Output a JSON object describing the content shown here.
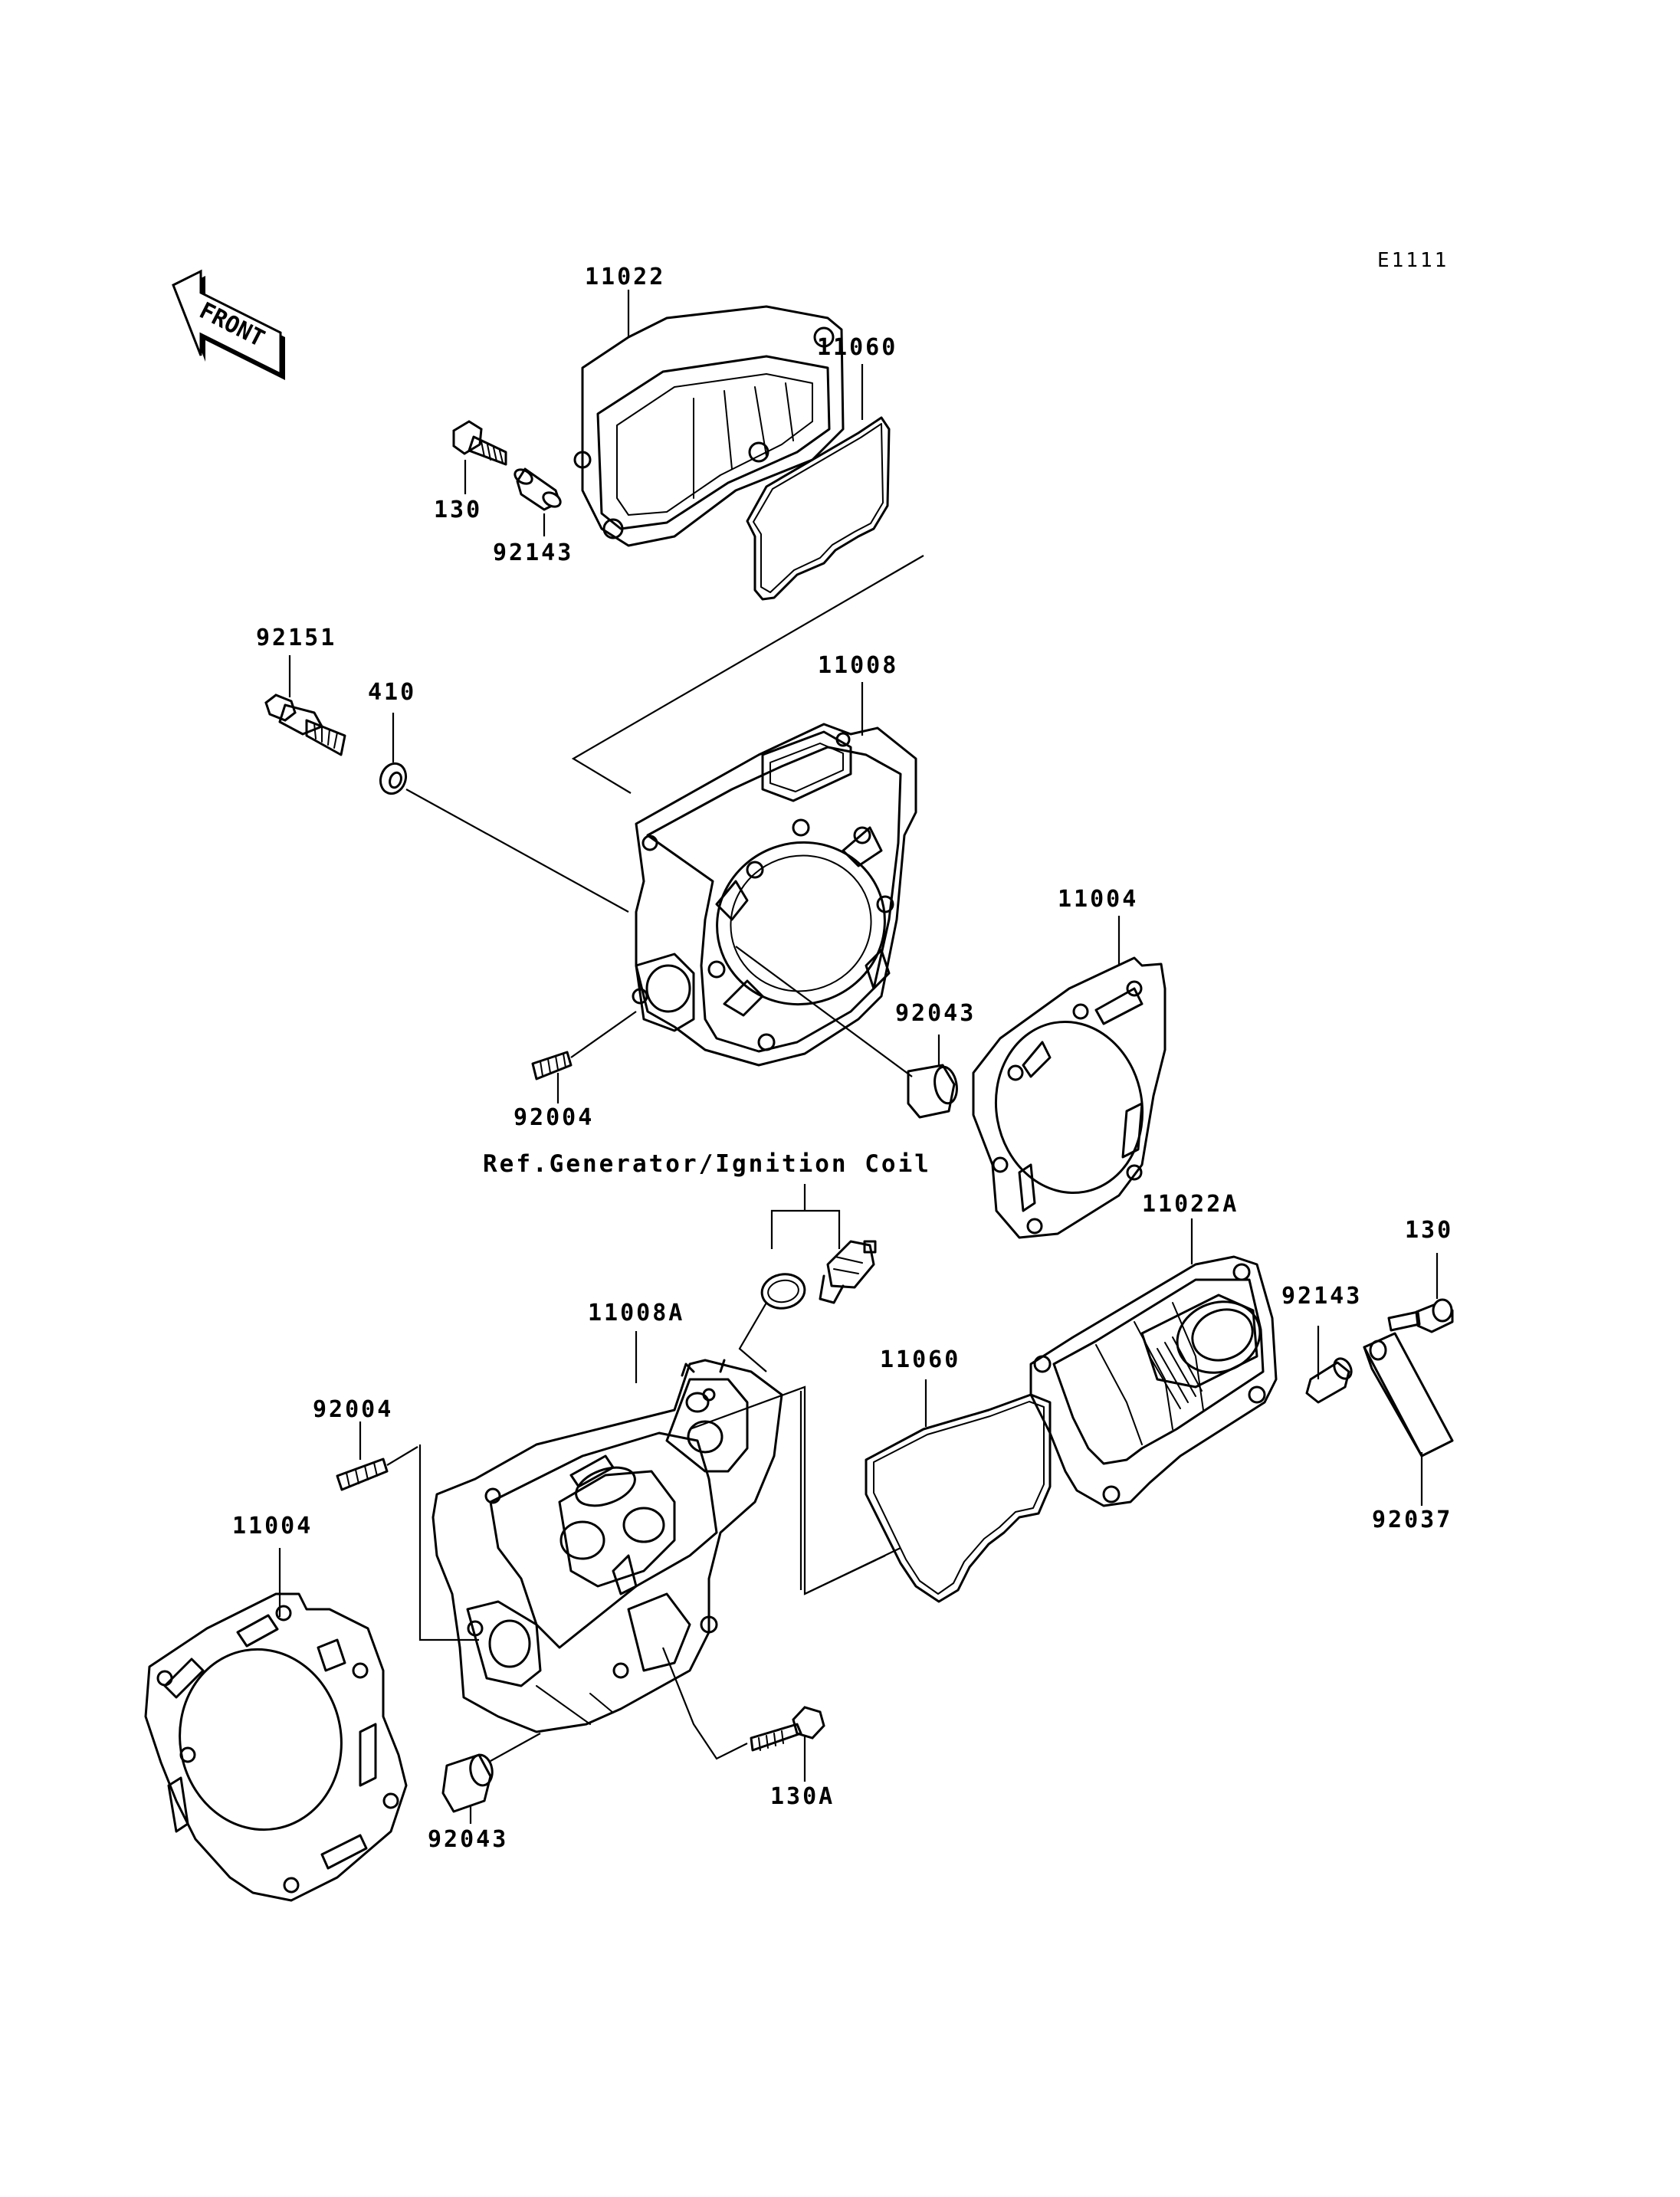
{
  "diagram_code": "E1111",
  "front_arrow": "FRONT",
  "reference_note": "Ref.Generator/Ignition Coil",
  "parts": {
    "p11022": "11022",
    "p11060_top": "11060",
    "p130_top": "130",
    "p92143_top": "92143",
    "p92151": "92151",
    "p410": "410",
    "p11008": "11008",
    "p11004_right": "11004",
    "p92043_top": "92043",
    "p92004_top": "92004",
    "p11022A": "11022A",
    "p130_right": "130",
    "p92143_right": "92143",
    "p92037": "92037",
    "p11008A": "11008A",
    "p11060_mid": "11060",
    "p92004_left": "92004",
    "p11004_left": "11004",
    "p130A": "130A",
    "p92043_bottom": "92043"
  },
  "icons": [
    "front-arrow-icon"
  ]
}
